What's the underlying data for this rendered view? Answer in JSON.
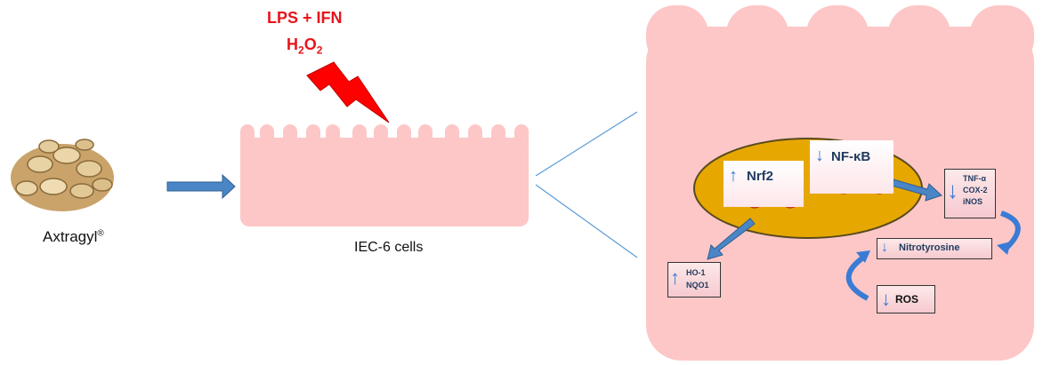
{
  "stimulus": {
    "line1": "LPS + IFN",
    "line2_base": "H",
    "line2_sub1": "2",
    "line2_mid": "O",
    "line2_sub2": "2"
  },
  "product": {
    "name": "Axtragyl",
    "mark": "®"
  },
  "cells_label": "IEC-6 cells",
  "nucleus": {
    "nrf2": "Nrf2",
    "nfkb": "NF-κB"
  },
  "cytokines": [
    "TNF-α",
    "COX-2",
    "iNOS"
  ],
  "antioxidants": [
    "HO-1",
    "NQO1"
  ],
  "nitrotyrosine": "Nitrotyrosine",
  "ros": "ROS",
  "colors": {
    "cell": "#fdc7c7",
    "nucleus": "#e6a800",
    "arrow": "#4a86c5",
    "stimulus": "#e8141b",
    "zoom_line": "#5b9bd5"
  }
}
